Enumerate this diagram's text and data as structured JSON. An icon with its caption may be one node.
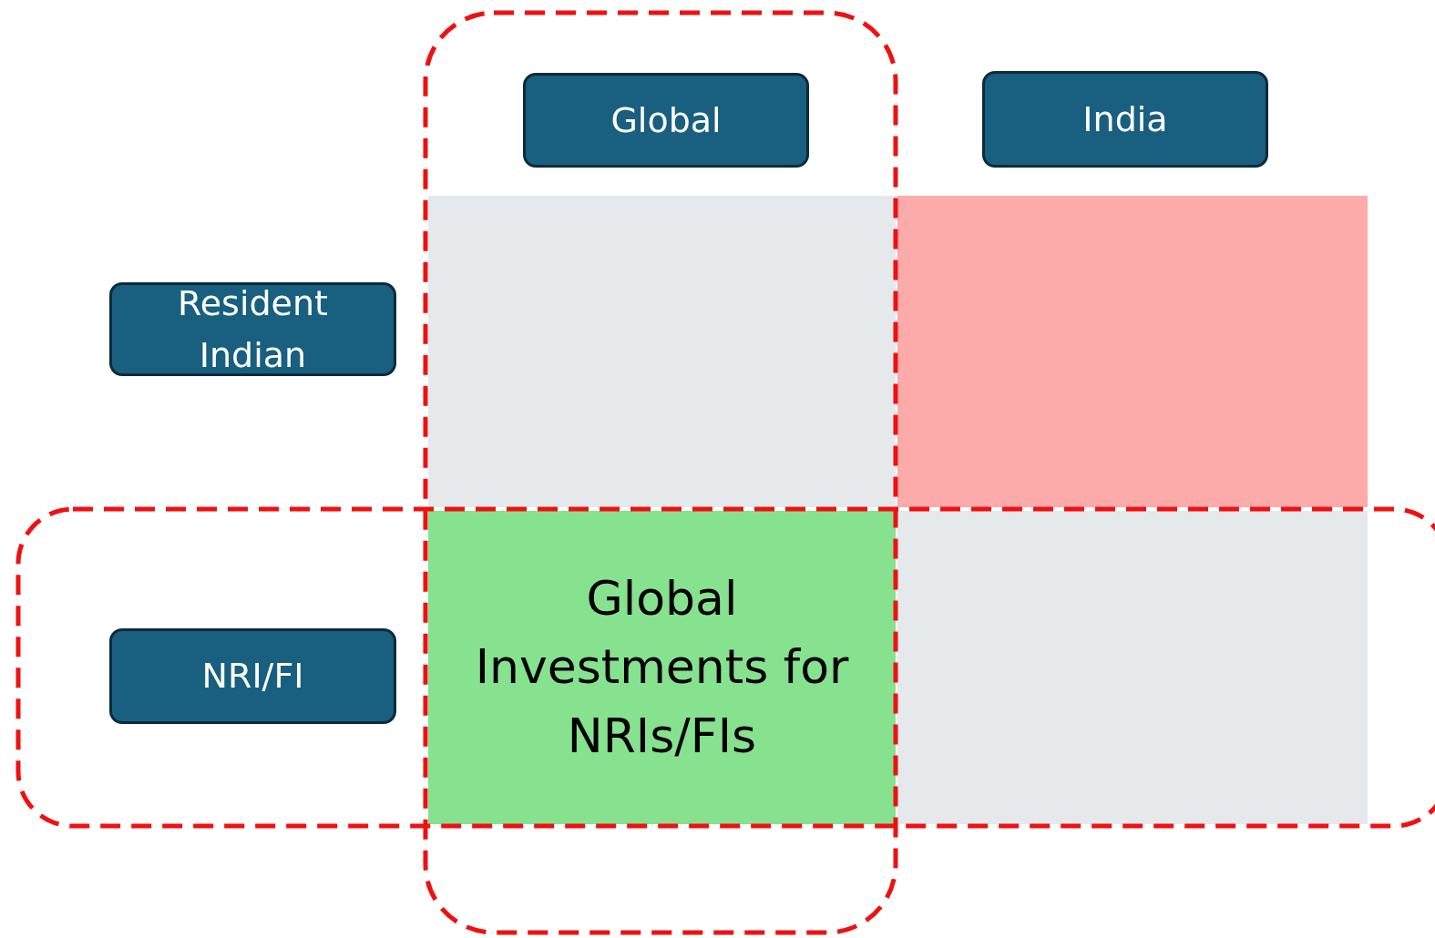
{
  "diagram": {
    "nodes": [
      {
        "text": [
          "Global"
        ]
      },
      {
        "text": [
          "India"
        ]
      },
      {
        "text": [
          "Resident Indian"
        ]
      },
      {
        "text": [],
        "shape": "box"
      },
      {
        "text": [],
        "shape": "box"
      },
      {
        "text": [
          "NRI/FI"
        ]
      },
      {
        "text": [
          "Global Investments for NRIs/FIs"
        ]
      },
      {
        "text": [],
        "shape": "box"
      }
    ]
  }
}
